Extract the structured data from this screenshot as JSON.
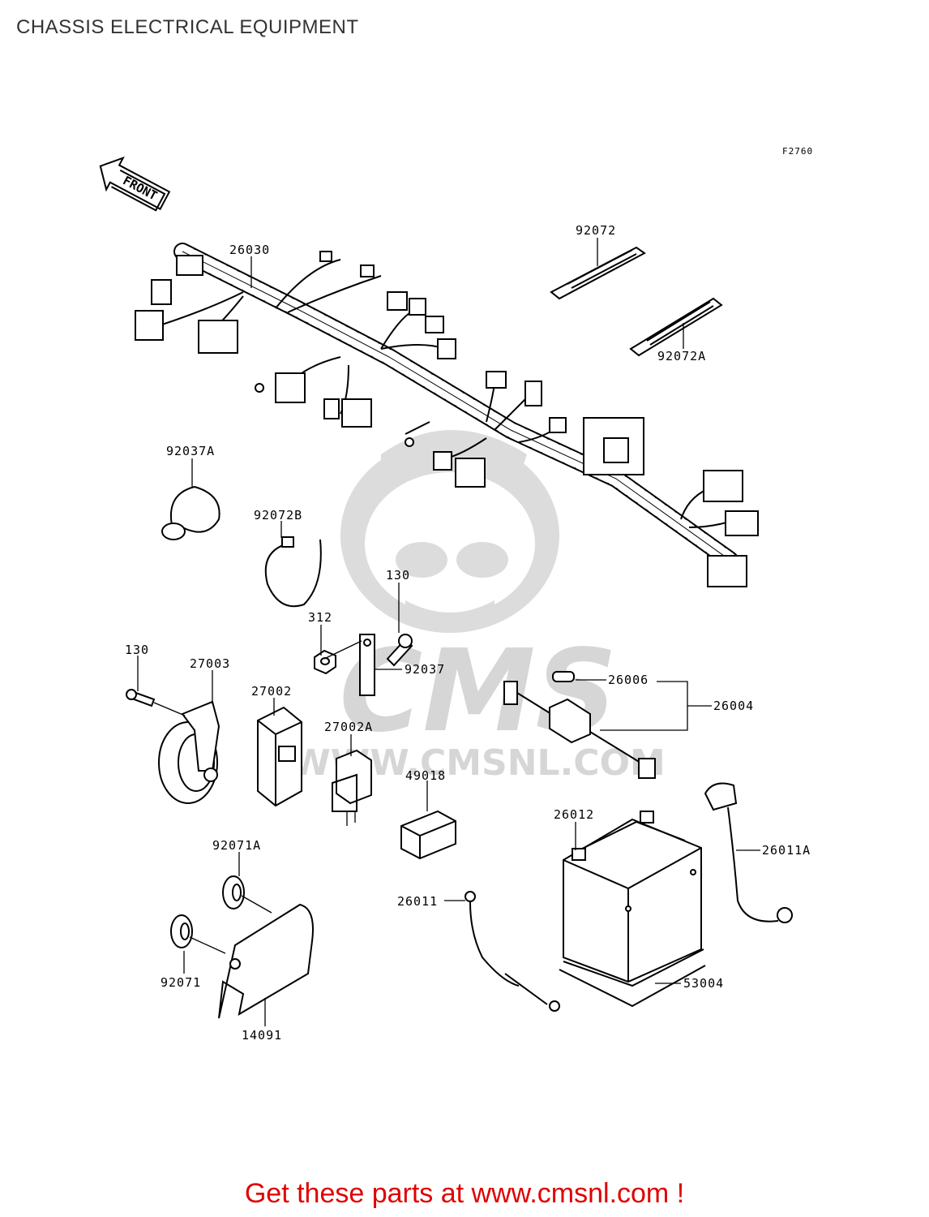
{
  "title": "CHASSIS ELECTRICAL EQUIPMENT",
  "figure_code": "F2760",
  "front_label": "FRONT",
  "watermark": {
    "brand": "CMS",
    "url": "WWW.CMSNL.COM"
  },
  "parts": {
    "p26030": "26030",
    "p92072": "92072",
    "p92072A": "92072A",
    "p92037A": "92037A",
    "p92072B": "92072B",
    "p130a": "130",
    "p312": "312",
    "p92037": "92037",
    "p130b": "130",
    "p27003": "27003",
    "p27002": "27002",
    "p27002A": "27002A",
    "p26006": "26006",
    "p26004": "26004",
    "p49018": "49018",
    "p26012": "26012",
    "p26011A": "26011A",
    "p92071A": "92071A",
    "p26011": "26011",
    "p92071": "92071",
    "p53004": "53004",
    "p14091": "14091"
  },
  "footer_link": "Get these parts at www.cmsnl.com !"
}
